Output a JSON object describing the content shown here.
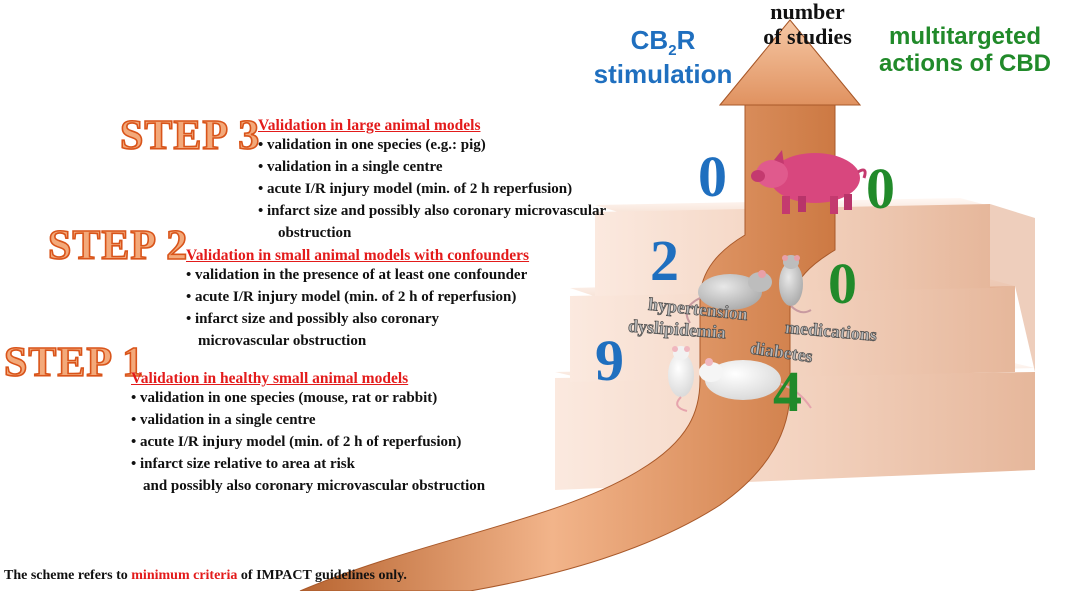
{
  "header": {
    "cb2r_line1": "CB",
    "cb2r_sub": "2",
    "cb2r_r": "R",
    "cb2r_line2": "stimulation",
    "studies_line1": "number",
    "studies_line2": "of studies",
    "cbd_line1": "multitargeted",
    "cbd_line2": "actions of CBD"
  },
  "steps": [
    {
      "title": "STEP 3",
      "heading": "Validation in large animal models",
      "criteria": [
        "validation in one species (e.g.: pig)",
        "validation in a single centre",
        "acute I/R injury model (min. of 2 h reperfusion)",
        "infarct size and possibly also coronary microvascular"
      ],
      "continuation": "obstruction"
    },
    {
      "title": "STEP 2",
      "heading": "Validation in small animal models with confounders",
      "criteria": [
        "validation in the presence of at least one confounder",
        "acute I/R injury model (min. of 2 h of reperfusion)",
        "infarct size and possibly also coronary"
      ],
      "continuation": "microvascular obstruction"
    },
    {
      "title": "STEP 1",
      "heading": "Validation in healthy small animal models",
      "criteria": [
        "validation in one species (mouse, rat or rabbit)",
        "validation in a single centre",
        "acute I/R injury model (min. of 2 h of reperfusion)",
        "infarct size relative to area at risk"
      ],
      "continuation": "and possibly also coronary microvascular obstruction"
    }
  ],
  "counts": {
    "step3_cb2r": "0",
    "step3_cbd": "0",
    "step2_cb2r": "2",
    "step2_cbd": "0",
    "step1_cb2r": "9",
    "step1_cbd": "4"
  },
  "confounders": {
    "hypertension": "hypertension",
    "dyslipidemia": "dyslipidemia",
    "medications": "medications",
    "diabetes": "diabetes"
  },
  "footnote": {
    "prefix": "The scheme refers to ",
    "highlight": "minimum criteria",
    "suffix": " of IMPACT guidelines only."
  },
  "colors": {
    "cb2r_blue": "#1f6fbf",
    "cbd_green": "#218a2a",
    "step_title_fill": "#f3a97a",
    "step_title_stroke": "#d9541a",
    "heading_red": "#e31b1b",
    "arrow_orange": "#d98a52",
    "stairs_pink": "#f4dccd",
    "pig_pink": "#d8477e"
  },
  "icons": [
    "up-arrow-icon",
    "pig-icon",
    "rat-icon",
    "mouse-icon"
  ]
}
